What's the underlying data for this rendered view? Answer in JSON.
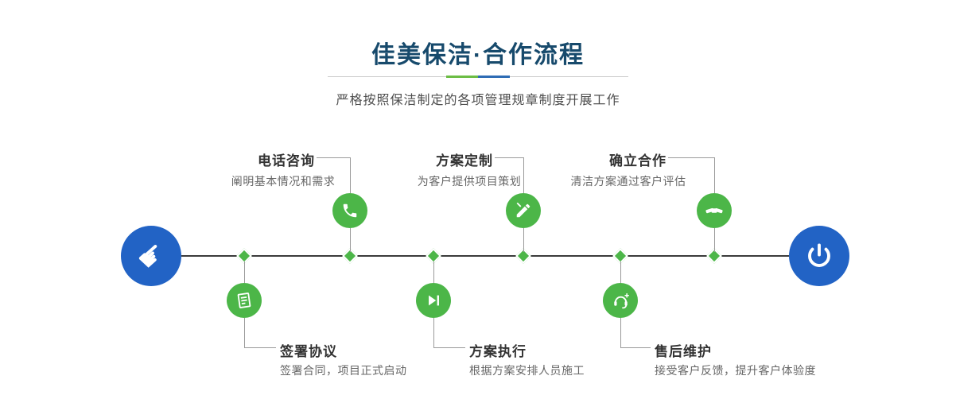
{
  "page": {
    "title": "佳美保洁·合作流程",
    "subtitle": "严格按照保洁制定的各项管理规章制度开展工作"
  },
  "colors": {
    "title_blue": "#174a6c",
    "accent_green": "#4cb648",
    "accent_blue": "#2263c5",
    "divider_green": "#6cbd45",
    "divider_blue": "#2e6cb5",
    "timeline_line": "#3b3b3b"
  },
  "timeline": {
    "start_icon": "pointing-hand-icon",
    "end_icon": "power-icon"
  },
  "steps": [
    {
      "title": "电话咨询",
      "desc": "阐明基本情况和需求",
      "icon": "phone-icon",
      "position": "top"
    },
    {
      "title": "方案定制",
      "desc": "为客户提供项目策划",
      "icon": "pencil-icon",
      "position": "top"
    },
    {
      "title": "确立合作",
      "desc": "清洁方案通过客户评估",
      "icon": "handshake-icon",
      "position": "top"
    },
    {
      "title": "签署协议",
      "desc": "签署合同，项目正式启动",
      "icon": "contract-icon",
      "position": "bottom"
    },
    {
      "title": "方案执行",
      "desc": "根据方案安排人员施工",
      "icon": "play-icon",
      "position": "bottom"
    },
    {
      "title": "售后维护",
      "desc": "接受客户反馈，提升客户体验度",
      "icon": "headset-icon",
      "position": "bottom"
    }
  ]
}
